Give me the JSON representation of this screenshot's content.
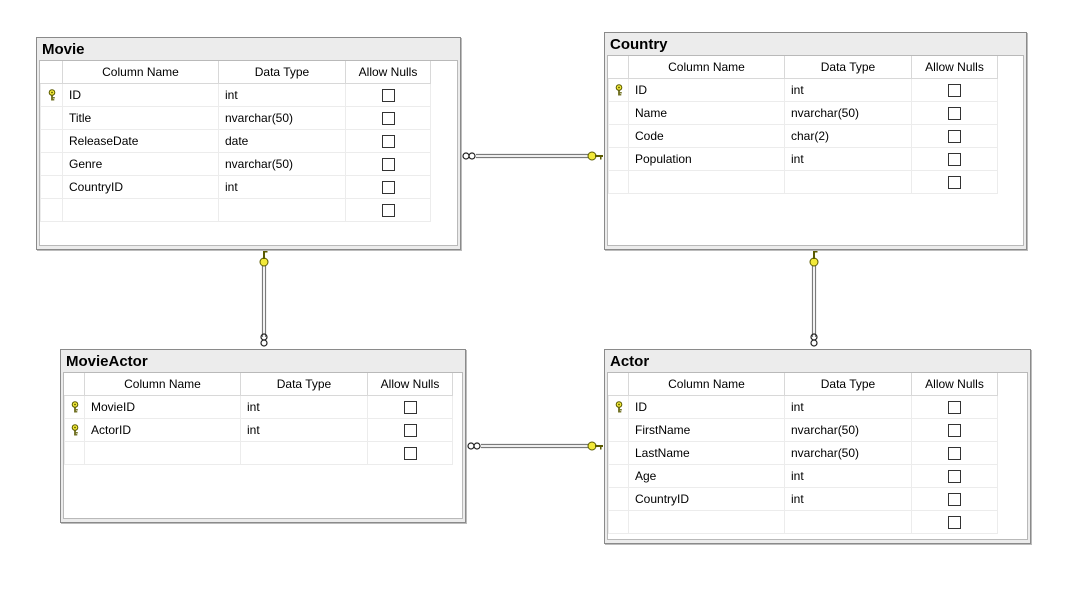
{
  "columns": {
    "name": "Column Name",
    "type": "Data Type",
    "nulls": "Allow Nulls"
  },
  "tables": [
    {
      "title": "Movie",
      "rows": [
        {
          "name": "ID",
          "type": "int",
          "key": true
        },
        {
          "name": "Title",
          "type": "nvarchar(50)",
          "key": false
        },
        {
          "name": "ReleaseDate",
          "type": "date",
          "key": false
        },
        {
          "name": "Genre",
          "type": "nvarchar(50)",
          "key": false
        },
        {
          "name": "CountryID",
          "type": "int",
          "key": false
        },
        {
          "name": "",
          "type": "",
          "key": false
        }
      ]
    },
    {
      "title": "Country",
      "rows": [
        {
          "name": "ID",
          "type": "int",
          "key": true
        },
        {
          "name": "Name",
          "type": "nvarchar(50)",
          "key": false
        },
        {
          "name": "Code",
          "type": "char(2)",
          "key": false
        },
        {
          "name": "Population",
          "type": "int",
          "key": false
        },
        {
          "name": "",
          "type": "",
          "key": false
        }
      ]
    },
    {
      "title": "MovieActor",
      "rows": [
        {
          "name": "MovieID",
          "type": "int",
          "key": true
        },
        {
          "name": "ActorID",
          "type": "int",
          "key": true
        },
        {
          "name": "",
          "type": "",
          "key": false
        }
      ]
    },
    {
      "title": "Actor",
      "rows": [
        {
          "name": "ID",
          "type": "int",
          "key": true
        },
        {
          "name": "FirstName",
          "type": "nvarchar(50)",
          "key": false
        },
        {
          "name": "LastName",
          "type": "nvarchar(50)",
          "key": false
        },
        {
          "name": "Age",
          "type": "int",
          "key": false
        },
        {
          "name": "CountryID",
          "type": "int",
          "key": false
        },
        {
          "name": "",
          "type": "",
          "key": false
        }
      ]
    }
  ],
  "colors": {
    "key": "#f2e93a",
    "connector": "#7a7a7a"
  }
}
